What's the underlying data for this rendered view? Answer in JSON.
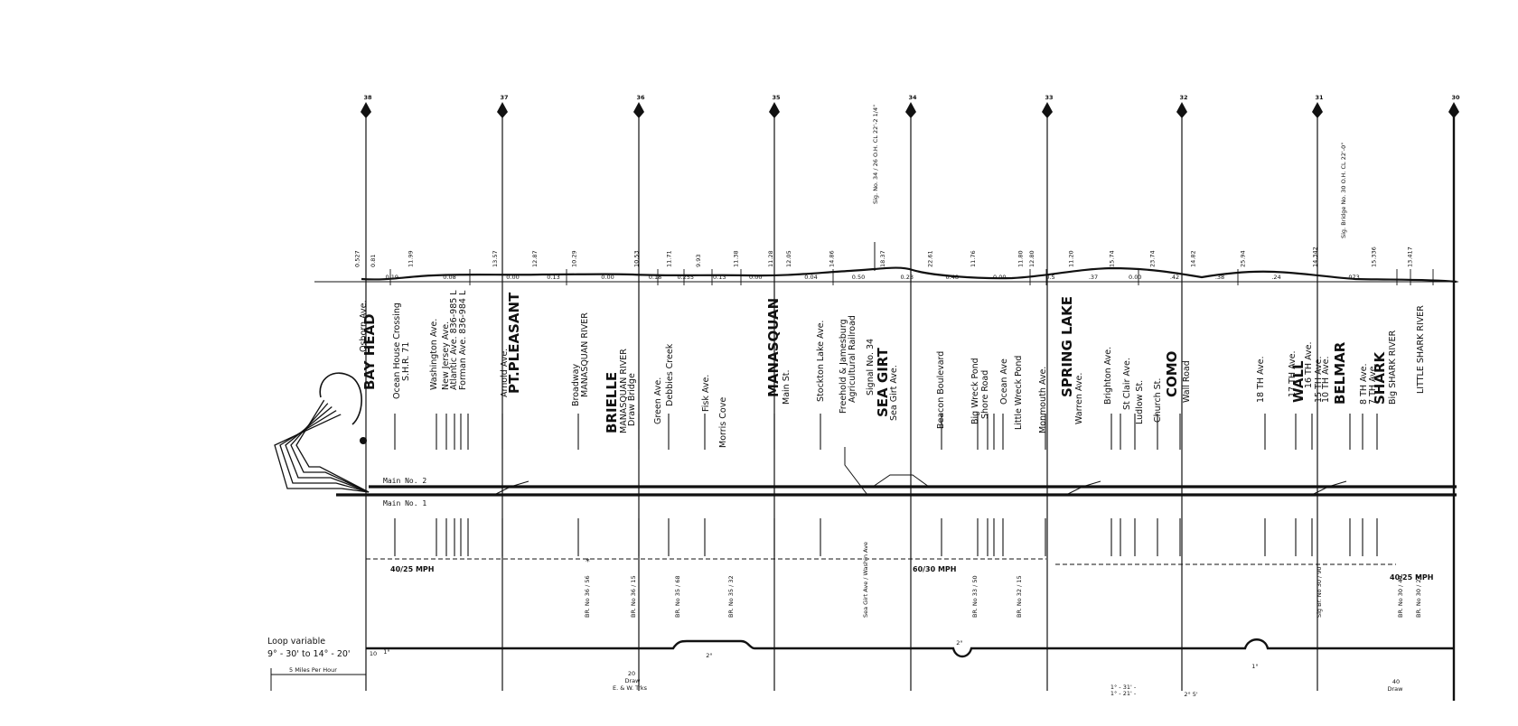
{
  "mileposts": [
    "38",
    "37",
    "36",
    "35",
    "34",
    "33",
    "32",
    "31",
    "30"
  ],
  "stations": [
    {
      "name": "Osborn Ave.",
      "big": false
    },
    {
      "name": "BAY HEAD",
      "big": true
    },
    {
      "name": "Ocean House Crossing",
      "big": false
    },
    {
      "name": "S.H.R. 71",
      "big": false
    },
    {
      "name": "Washington Ave.",
      "big": false
    },
    {
      "name": "New Jersey Ave.",
      "big": false
    },
    {
      "name": "Atlantic Ave. 836-985 L",
      "big": false
    },
    {
      "name": "Forman Ave. 836-984 L",
      "big": false
    },
    {
      "name": "Arnold Ave.",
      "big": false
    },
    {
      "name": "PT.PLEASANT",
      "big": true
    },
    {
      "name": "Broadway",
      "big": false
    },
    {
      "name": "MANASQUAN RIVER",
      "big": false
    },
    {
      "name": "BRIELLE",
      "big": true
    },
    {
      "name": "MANASQUAN RIVER",
      "big": false
    },
    {
      "name": "Draw Bridge",
      "big": false
    },
    {
      "name": "Green Ave.",
      "big": false
    },
    {
      "name": "Debbies Creek",
      "big": false
    },
    {
      "name": "Fisk Ave.",
      "big": false
    },
    {
      "name": "Morris Cove",
      "big": false
    },
    {
      "name": "MANASQUAN",
      "big": true
    },
    {
      "name": "Main St.",
      "big": false
    },
    {
      "name": "Stockton Lake Ave.",
      "big": false
    },
    {
      "name": "Freehold & Jamesburg",
      "big": false
    },
    {
      "name": "Agricultural Railroad",
      "big": false
    },
    {
      "name": "Signal No. 34",
      "big": false
    },
    {
      "name": "SEA GIRT",
      "big": true
    },
    {
      "name": "Sea Girt Ave.",
      "big": false
    },
    {
      "name": "Beacon Boulevard",
      "big": false
    },
    {
      "name": "Big Wreck Pond",
      "big": false
    },
    {
      "name": "Shore Road",
      "big": false
    },
    {
      "name": "Ocean Ave",
      "big": false
    },
    {
      "name": "Little Wreck Pond",
      "big": false
    },
    {
      "name": "Monmouth Ave.",
      "big": false
    },
    {
      "name": "SPRING LAKE",
      "big": true
    },
    {
      "name": "Warren Ave.",
      "big": false
    },
    {
      "name": "Brighton Ave.",
      "big": false
    },
    {
      "name": "St Clair Ave.",
      "big": false
    },
    {
      "name": "Ludlow St.",
      "big": false
    },
    {
      "name": "Church St.",
      "big": false
    },
    {
      "name": "COMO",
      "big": true
    },
    {
      "name": "Wall Road",
      "big": false
    },
    {
      "name": "18 TH Ave.",
      "big": false
    },
    {
      "name": "17 TH Ave.",
      "big": false
    },
    {
      "name": "WALL",
      "big": true
    },
    {
      "name": "16 TH Ave.",
      "big": false
    },
    {
      "name": "15 TH Ave.",
      "big": false
    },
    {
      "name": "10 TH Ave.",
      "big": false
    },
    {
      "name": "BELMAR",
      "big": true
    },
    {
      "name": "8 TH Ave.",
      "big": false
    },
    {
      "name": "7 TH Ave.",
      "big": false
    },
    {
      "name": "SHARK",
      "big": true
    },
    {
      "name": "Big SHARK RIVER",
      "big": false
    },
    {
      "name": "LITTLE SHARK RIVER",
      "big": false
    }
  ],
  "grades": [
    {
      "label": "0.527",
      "rot": true
    },
    {
      "label": "0.81",
      "rot": true
    },
    {
      "label": "0.19",
      "rot": false
    },
    {
      "label": "11.99",
      "rot": true
    },
    {
      "label": "0.08",
      "rot": false
    },
    {
      "label": "13.57",
      "rot": true
    },
    {
      "label": "0.00",
      "rot": false
    },
    {
      "label": "12.87",
      "rot": true
    },
    {
      "label": "0.13",
      "rot": false
    },
    {
      "label": "10.29",
      "rot": true
    },
    {
      "label": "0.00",
      "rot": false
    },
    {
      "label": "10.53",
      "rot": true
    },
    {
      "label": "0.18",
      "rot": false
    },
    {
      "label": "11.71",
      "rot": true
    },
    {
      "label": "0.255",
      "rot": false
    },
    {
      "label": "9.93",
      "rot": true
    },
    {
      "label": "0.13",
      "rot": false
    },
    {
      "label": "11.38",
      "rot": true
    },
    {
      "label": "0.00",
      "rot": false
    },
    {
      "label": "11.28",
      "rot": true
    },
    {
      "label": "12.05",
      "rot": true
    },
    {
      "label": "0.04",
      "rot": false
    },
    {
      "label": "14.86",
      "rot": true
    },
    {
      "label": "0.50",
      "rot": false
    },
    {
      "label": "18.37",
      "rot": true
    },
    {
      "label": "0.23",
      "rot": false
    },
    {
      "label": "22.61",
      "rot": true
    },
    {
      "label": "0.48",
      "rot": false
    },
    {
      "label": "11.76",
      "rot": true
    },
    {
      "label": "0.00",
      "rot": false
    },
    {
      "label": "11.80",
      "rot": true
    },
    {
      "label": "12.80",
      "rot": true
    },
    {
      "label": "0.5",
      "rot": false
    },
    {
      "label": "11.20",
      "rot": true
    },
    {
      "label": ".37",
      "rot": false
    },
    {
      "label": "15.74",
      "rot": true
    },
    {
      "label": "0.00",
      "rot": false
    },
    {
      "label": "23.74",
      "rot": true
    },
    {
      "label": ".42",
      "rot": false
    },
    {
      "label": "14.82",
      "rot": true
    },
    {
      "label": ".38",
      "rot": false
    },
    {
      "label": "25.94",
      "rot": true
    },
    {
      "label": ".24",
      "rot": false
    },
    {
      "label": "14.342",
      "rot": true
    },
    {
      "label": ".073",
      "rot": false
    },
    {
      "label": "15.336",
      "rot": true
    },
    {
      "label": "13.417",
      "rot": true
    }
  ],
  "signals": {
    "sea_girt": "Sig. No. 34 / 26  O.H. CL 22'-2 1/4\"",
    "belmar": "Sig. Bridge No. 30  O.H. CL 22'-0\""
  },
  "tracks": {
    "main2": "Main No. 2",
    "main1": "Main No. 1"
  },
  "speeds": [
    "40/25 MPH",
    "60/30 MPH",
    "40/25 MPH"
  ],
  "bridges": [
    {
      "label": "BR. No 36 / 56"
    },
    {
      "label": "BR. No 36 / 15"
    },
    {
      "label": "BR. No 35 / 68"
    },
    {
      "label": "BR. No 35 / 32"
    },
    {
      "label": "Sea Girt Ave / Washin Ave"
    },
    {
      "label": "BR. No 33 / 50"
    },
    {
      "label": "BR. No 32 / 15"
    },
    {
      "label": "Sig Br. No 30 / 90"
    },
    {
      "label": "BR. No 30 / 49"
    },
    {
      "label": "BR. No 30 / 24"
    }
  ],
  "legend": {
    "line1": "Loop variable",
    "line2": "9° - 30' to 14° - 20'",
    "scale": "5 Miles Per Hour"
  },
  "curves": [
    {
      "label": "10"
    },
    {
      "label": "1°"
    },
    {
      "label": "20"
    },
    {
      "label": "Draw"
    },
    {
      "label": "E. & W. Trks"
    },
    {
      "label": "2°"
    },
    {
      "label": "2°"
    },
    {
      "label": "1°"
    },
    {
      "label": "1° - 31' -"
    },
    {
      "label": "1° - 21' -"
    },
    {
      "label": "2° 5'"
    },
    {
      "label": "40"
    },
    {
      "label": "Draw"
    }
  ]
}
